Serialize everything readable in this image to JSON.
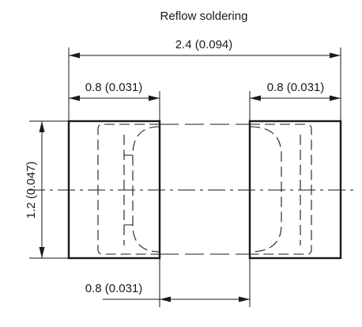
{
  "title": "Reflow soldering",
  "dimensions": {
    "overall_width": "2.4 (0.094)",
    "left_pad_width": "0.8 (0.031)",
    "right_pad_width": "0.8 (0.031)",
    "pad_height": "1.2 (0.047)",
    "pad_gap": "0.8 (0.031)"
  }
}
